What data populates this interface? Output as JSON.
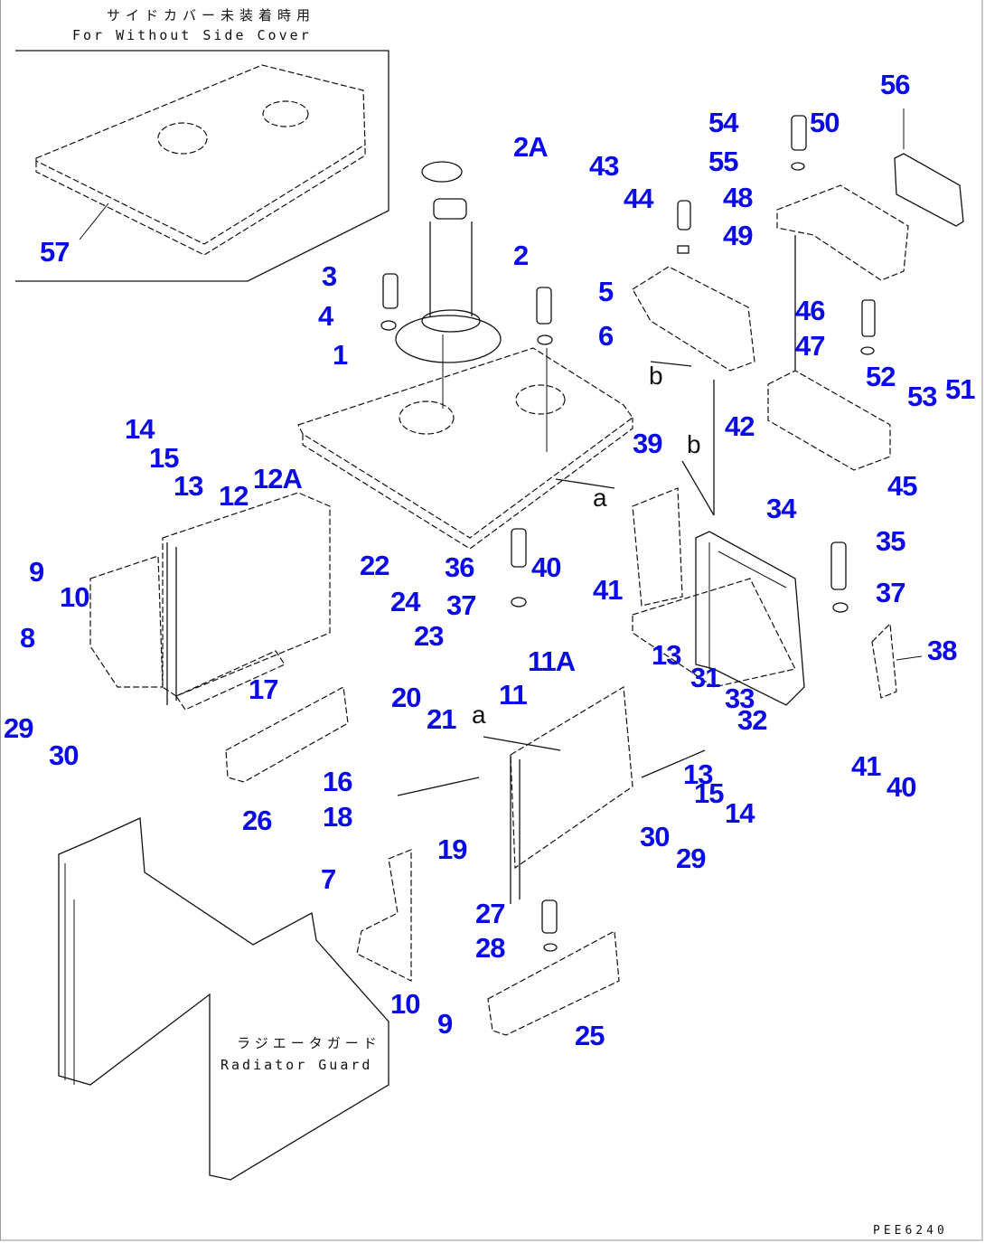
{
  "diagram": {
    "type": "exploded-parts-diagram",
    "drawing_code": "PEE6240",
    "inset": {
      "title_jp": "サイドカバー未装着時用",
      "title_en": "For Without Side Cover",
      "part_label": "57"
    },
    "radiator_guard": {
      "label_jp": "ラジエータガード",
      "label_en": "Radiator Guard"
    },
    "view_letters": [
      "a",
      "b"
    ],
    "part_labels": [
      "1",
      "2",
      "2A",
      "3",
      "4",
      "5",
      "6",
      "7",
      "8",
      "9",
      "9",
      "10",
      "10",
      "11",
      "11A",
      "12",
      "12A",
      "13",
      "13",
      "13",
      "14",
      "14",
      "15",
      "15",
      "16",
      "17",
      "18",
      "19",
      "20",
      "21",
      "22",
      "23",
      "24",
      "25",
      "26",
      "27",
      "28",
      "29",
      "29",
      "30",
      "30",
      "31",
      "32",
      "33",
      "34",
      "35",
      "36",
      "37",
      "37",
      "38",
      "39",
      "40",
      "40",
      "41",
      "41",
      "42",
      "43",
      "44",
      "45",
      "46",
      "47",
      "48",
      "49",
      "50",
      "51",
      "52",
      "53",
      "54",
      "55",
      "56",
      "57"
    ]
  }
}
